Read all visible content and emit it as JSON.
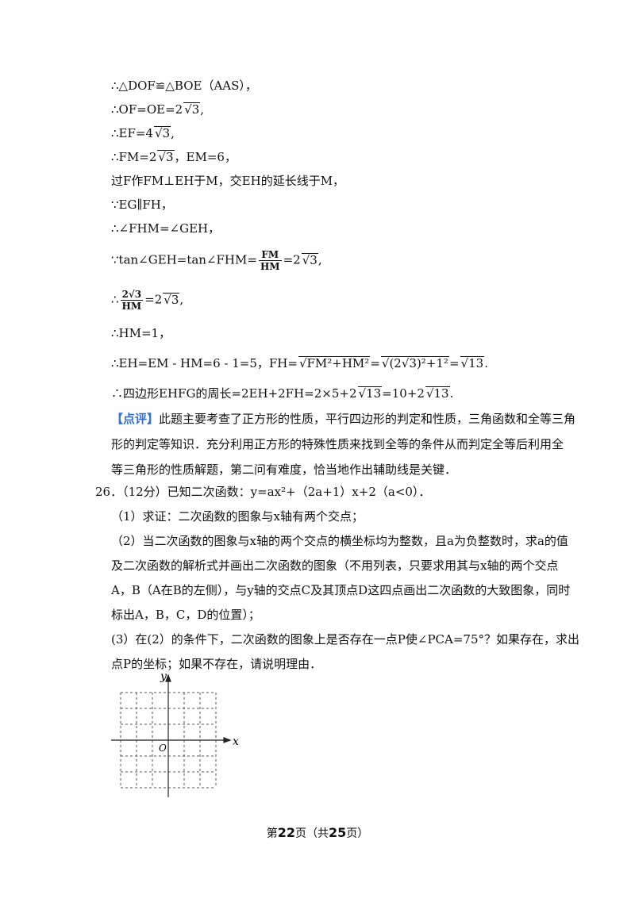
{
  "lines": {
    "l1": "∴△DOF≌△BOE（AAS），",
    "l2a": "∴OF=OE=2",
    "l2b": "3",
    "l2c": ",",
    "l3a": "∴EF=4",
    "l3b": "3",
    "l3c": ",",
    "l4a": "∴FM=2",
    "l4b": "3",
    "l4c": "，EM=6，",
    "l5": "过F作FM⊥EH于M，交EH的延长线于M，",
    "l6": "∵EG∥FH，",
    "l7": "∴∠FHM=∠GEH，",
    "l8a": "∵tan∠GEH=tan∠FHM=",
    "l8num": "FM",
    "l8den": "HM",
    "l8b": "=2",
    "l8c": "3",
    "l8d": ",",
    "l9a": "∴",
    "l9num": "2√3",
    "l9den": "HM",
    "l9b": "=2",
    "l9c": "3",
    "l9d": ",",
    "l10": "∴HM=1，",
    "l11a": "∴EH=EM - HM=6 - 1=5，FH=",
    "l11b": "FM²+HM²",
    "l11c": "=",
    "l11d": "(2√3)²+1²",
    "l11e": "=",
    "l11f": "13",
    "l11g": ".",
    "l12a": "∴四边形EHFG的周长=2EH+2FH=2×5+2",
    "l12b": "13",
    "l12c": "=10+2",
    "l12d": "13",
    "l12e": "."
  },
  "comment": {
    "tag": "【点评】",
    "text1": "此题主要考查了正方形的性质，平行四边形的判定和性质，三角函数和全等三角",
    "text2": "形的判定等知识．充分利用正方形的特殊性质来找到全等的条件从而判定全等后利用全",
    "text3": "等三角形的性质解题，第二问有难度，恰当地作出辅助线是关键．"
  },
  "question": {
    "number": "26．",
    "header": "（12分）已知二次函数：y=ax²+（2a+1）x+2（a<0）．",
    "p1": "（1）求证：二次函数的图象与x轴有两个交点；",
    "p2a": "（2）当二次函数的图象与x轴的两个交点的横坐标均为整数，且a为负整数时，求a的值",
    "p2b": "及二次函数的解析式并画出二次函数的图象（不用列表，只要求用其与x轴的两个交点",
    "p2c": "A，B（A在B的左侧），与y轴的交点C及其顶点D这四点画出二次函数的大致图象，同时",
    "p2d": "标出A，B，C，D的位置）；",
    "p3a": "(3）在(2）的条件下，二次函数的图象上是否存在一点P使∠PCA=75°？如果存在，求出",
    "p3b": "点P的坐标；如果不存在，请说明理由．"
  },
  "graph": {
    "x_label": "x",
    "y_label": "y",
    "origin_label": "O"
  },
  "footer": {
    "prefix": "第",
    "page": "22",
    "mid": "页（共",
    "total": "25",
    "suffix": "页）"
  }
}
